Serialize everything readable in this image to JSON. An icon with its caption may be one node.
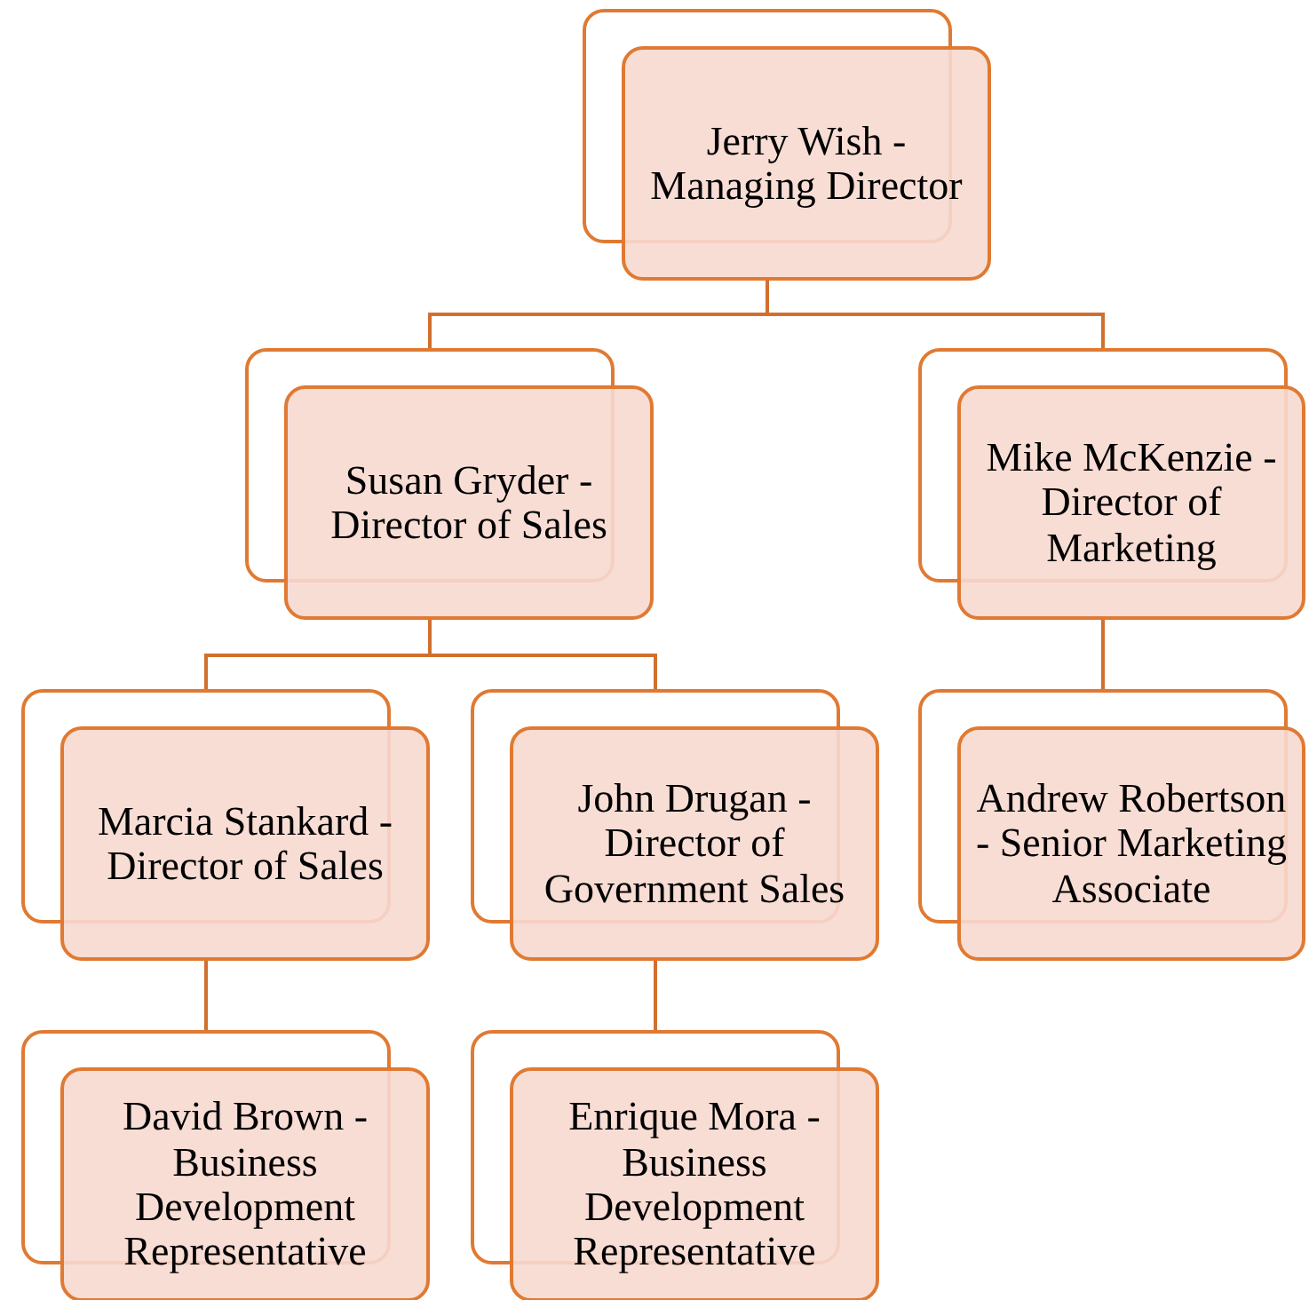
{
  "diagram": {
    "nodes": [
      {
        "text": [
          "Jerry Wish - Managing Director"
        ]
      },
      {
        "text": [
          "Susan Gryder - Director of Sales"
        ]
      },
      {
        "text": [
          "Mike McKenzie - Director of Marketing"
        ]
      },
      {
        "text": [
          "Marcia Stankard - Director of Sales"
        ]
      },
      {
        "text": [
          "John Drugan - Director of Government Sales"
        ]
      },
      {
        "text": [
          "Andrew Robertson - Senior Marketing Associate"
        ]
      },
      {
        "text": [
          "David Brown - Business Development Representative"
        ]
      },
      {
        "text": [
          "Enrique Mora - Business Development Representative"
        ]
      }
    ],
    "edges": [
      {
        "from": 0,
        "to": 1,
        "arrow": "none"
      },
      {
        "from": 0,
        "to": 2,
        "arrow": "none"
      },
      {
        "from": 1,
        "to": 3,
        "arrow": "none"
      },
      {
        "from": 1,
        "to": 4,
        "arrow": "none"
      },
      {
        "from": 2,
        "to": 5,
        "arrow": "none"
      },
      {
        "from": 3,
        "to": 6,
        "arrow": "none"
      },
      {
        "from": 4,
        "to": 7,
        "arrow": "none"
      }
    ]
  }
}
